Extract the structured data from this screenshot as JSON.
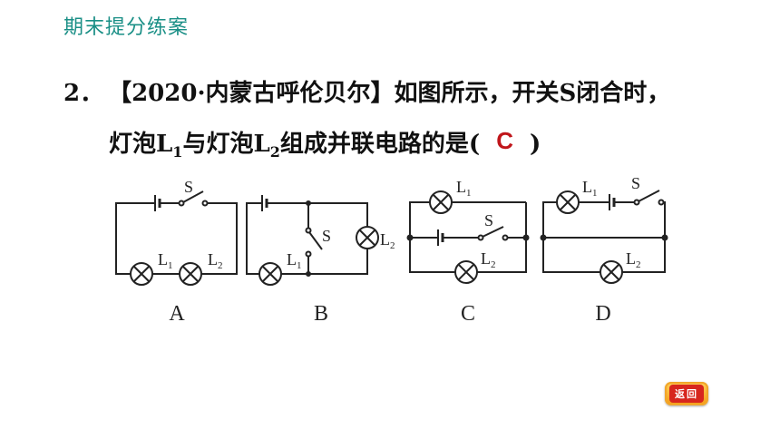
{
  "header": {
    "title": "期末提分练案"
  },
  "question": {
    "number": "2．",
    "source": "【2020·内蒙古呼伦贝尔】",
    "text_part1": "如图所示，开关S闭合时，",
    "text_part2_a": "灯泡L",
    "sub1": "1",
    "text_part2_b": "与灯泡L",
    "sub2": "2",
    "text_part2_c": "组成并联电路的是(",
    "answer": "C",
    "close_paren": ")"
  },
  "figures": {
    "labels": {
      "S": "S",
      "L": "L",
      "one": "1",
      "two": "2"
    },
    "options": [
      "A",
      "B",
      "C",
      "D"
    ]
  },
  "nav": {
    "back_label": "返回"
  }
}
